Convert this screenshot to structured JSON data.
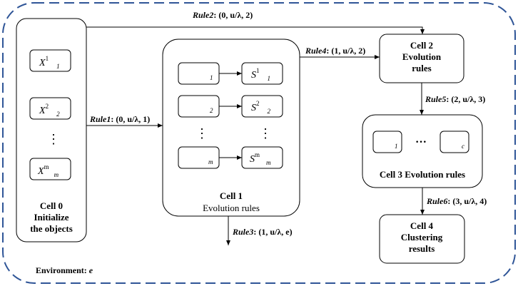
{
  "environment": {
    "label": "Environment: ",
    "symbol": "e"
  },
  "cell0": {
    "lines": [
      "Cell 0",
      "Initialize",
      "the objects"
    ],
    "items": [
      {
        "var": "X",
        "sup": "1",
        "sub": "1"
      },
      {
        "var": "X",
        "sup": "2",
        "sub": "2"
      },
      {
        "var": "X",
        "sup": "m",
        "sub": "m"
      }
    ],
    "ellipsis": "⋮"
  },
  "cell1": {
    "lines": [
      "Cell 1",
      "Evolution rules"
    ],
    "inputs": [
      {
        "sub": "1"
      },
      {
        "sub": "2"
      },
      {
        "sub": "m"
      }
    ],
    "outputs": [
      {
        "var": "S",
        "sup": "1",
        "sub": "1"
      },
      {
        "var": "S",
        "sup": "2",
        "sub": "2"
      },
      {
        "var": "S",
        "sup": "m",
        "sub": "m"
      }
    ],
    "ellipsis": "⋮"
  },
  "cell2": {
    "lines": [
      "Cell 2",
      "Evolution",
      "rules"
    ]
  },
  "cell3": {
    "title": "Cell 3 Evolution rules",
    "first_sub": "1",
    "last_sub": "c",
    "ellipsis": "···"
  },
  "cell4": {
    "lines": [
      "Cell 4",
      "Clustering",
      "results"
    ]
  },
  "rules": {
    "rule1": {
      "name": "Rule1",
      "params": "(0, u/λ, 1)"
    },
    "rule2": {
      "name": "Rule2",
      "params": "(0, u/λ, 2)"
    },
    "rule3": {
      "name": "Rule3",
      "params": "(1, u/λ, e)"
    },
    "rule4": {
      "name": "Rule4",
      "params": "(1, u/λ, 2)"
    },
    "rule5": {
      "name": "Rule5",
      "params": "(2, u/λ, 3)"
    },
    "rule6": {
      "name": "Rule6",
      "params": "(3, u/λ, 4)"
    }
  }
}
